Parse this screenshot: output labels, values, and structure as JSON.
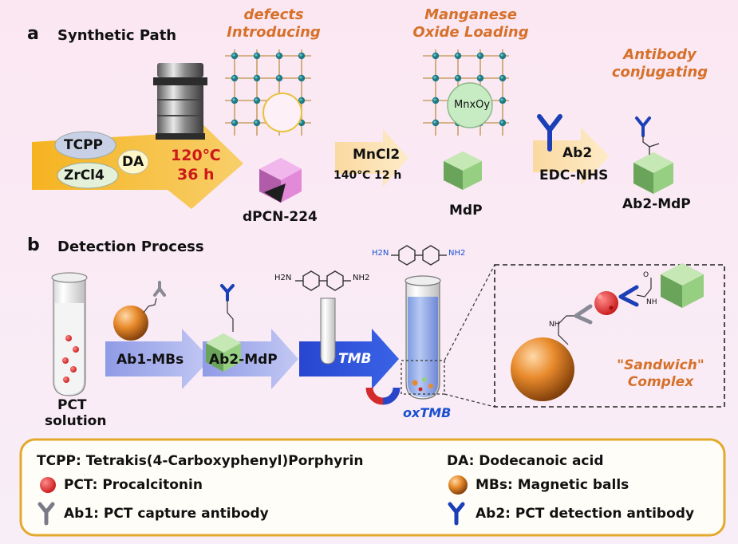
{
  "panel_a": {
    "letter": "a",
    "title": "Synthetic Path",
    "step1_title": "defects Introducing",
    "step2_title": "Manganese Oxide Loading",
    "step3_title": "Antibody conjugating",
    "reagent_tcpp": "TCPP",
    "reagent_da": "DA",
    "reagent_zrcl4": "ZrCl4",
    "cond_temp": "120℃",
    "cond_time": "36 h",
    "product1": "dPCN-224",
    "arrow2_reagent": "MnCl2",
    "arrow2_cond": "140℃ 12 h",
    "mnxoy": "MnxOy",
    "product2": "MdP",
    "arrow3_reagent": "Ab2",
    "arrow3_cond": "EDC-NHS",
    "product3": "Ab2-MdP"
  },
  "panel_b": {
    "letter": "b",
    "title": "Detection Process",
    "pct_solution_line1": "PCT",
    "pct_solution_line2": "solution",
    "arrow1_label": "Ab1-MBs",
    "arrow2_label": "Ab2-MdP",
    "arrow3_label": "TMB",
    "oxtmb": "oxTMB",
    "complex_line1": "\"Sandwich\"",
    "complex_line2": "Complex",
    "nh2": "NH2",
    "h2n": "H2N",
    "nh": "NH",
    "o": "O"
  },
  "legend": {
    "tcpp": "TCPP: Tetrakis(4-Carboxyphenyl)Porphyrin",
    "da": "DA: Dodecanoic acid",
    "pct": "PCT: Procalcitonin",
    "mbs": "MBs: Magnetic balls",
    "ab1": "Ab1: PCT capture antibody",
    "ab2": "Ab2: PCT detection antibody"
  },
  "colors": {
    "orange_text": "#d6702a",
    "red_text": "#cc1a1a",
    "blue_text": "#1a4fd0",
    "yellow_arrow": "#f5b320",
    "periwinkle_arrow": "#9aa6ea",
    "blue_arrow": "#2f4fd6",
    "legend_border": "#e3a92c"
  }
}
